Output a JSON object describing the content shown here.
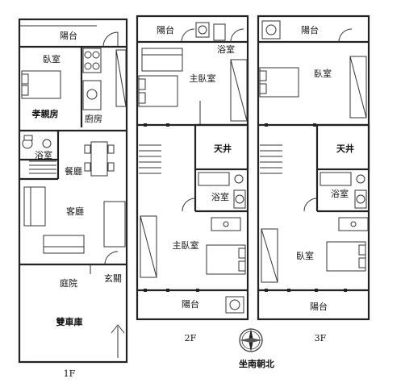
{
  "floor_1": {
    "label": "1F",
    "rooms": {
      "balcony": "陽台",
      "bedroom": "臥室",
      "parents_room": "孝親房",
      "kitchen": "廚房",
      "bathroom": "浴室",
      "dining": "餐廳",
      "living": "客廳",
      "courtyard": "庭院",
      "entrance": "玄關",
      "garage": "雙車庫"
    }
  },
  "floor_2": {
    "label": "2F",
    "rooms": {
      "balcony_top": "陽台",
      "bathroom_top": "浴室",
      "master_top": "主臥室",
      "lightwell": "天井",
      "bathroom_mid": "浴室",
      "master_bottom": "主臥室",
      "balcony_bottom": "陽台"
    }
  },
  "floor_3": {
    "label": "3F",
    "rooms": {
      "balcony_top": "陽台",
      "bedroom_top": "臥室",
      "lightwell": "天井",
      "bathroom": "浴室",
      "bedroom_bottom": "臥室",
      "balcony_bottom": "陽台"
    }
  },
  "compass": {
    "label": "坐南朝北"
  }
}
